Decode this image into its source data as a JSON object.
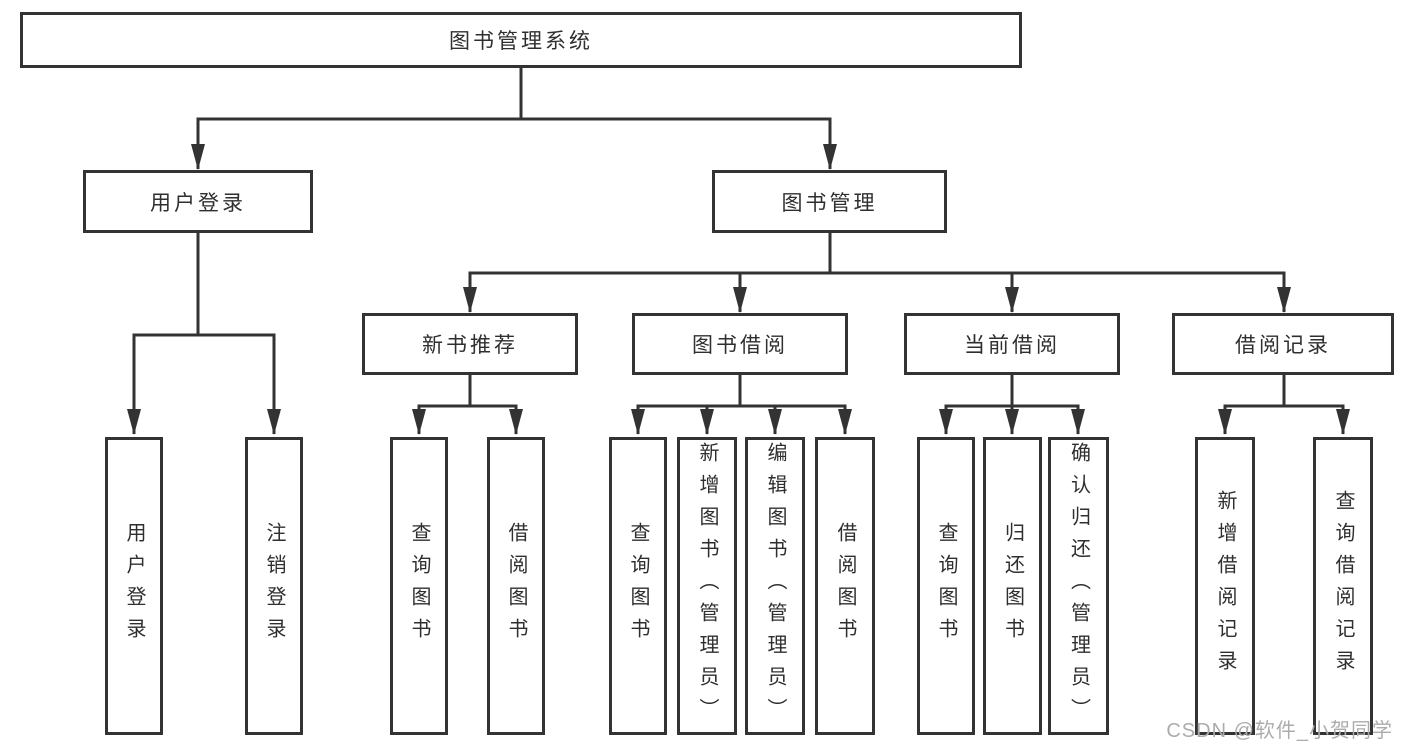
{
  "diagram": {
    "nodes": {
      "root": "图书管理系统",
      "user_login": "用户登录",
      "book_management": "图书管理",
      "new_book_recommendation": "新书推荐",
      "book_borrowing": "图书借阅",
      "current_borrowing": "当前借阅",
      "borrowing_records": "借阅记录",
      "leaf_user_login": "用户登录",
      "leaf_logout": "注销登录",
      "leaf_query_books_recommend": "查询图书",
      "leaf_borrow_books_recommend": "借阅图书",
      "leaf_query_books_borrow": "查询图书",
      "leaf_add_book_admin": "新增图书（管理员）",
      "leaf_edit_book_admin": "编辑图书（管理员）",
      "leaf_borrow_books_borrow": "借阅图书",
      "leaf_query_books_current": "查询图书",
      "leaf_return_books": "归还图书",
      "leaf_confirm_return_admin": "确认归还（管理员）",
      "leaf_add_borrow_record": "新增借阅记录",
      "leaf_query_borrow_record": "查询借阅记录"
    },
    "watermark": "CSDN @软件_小贺同学",
    "colors": {
      "line": "#333333",
      "text": "#2f2f2f",
      "box_background": "#ffffff",
      "watermark": "#acacac",
      "background": "#ffffff"
    }
  }
}
